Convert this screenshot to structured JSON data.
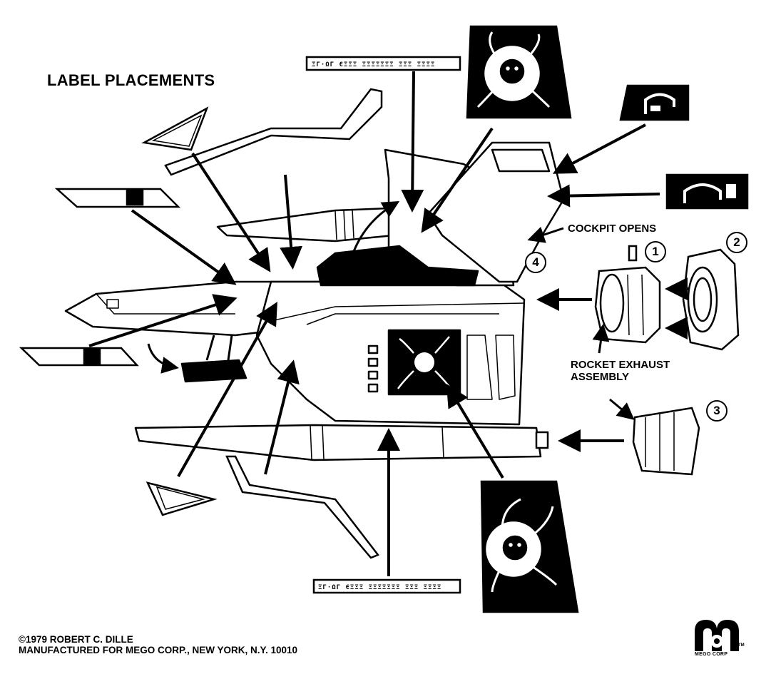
{
  "title": "LABEL PLACEMENTS",
  "callouts": {
    "cockpit_opens": "COCKPIT OPENS",
    "rocket_exhaust_line1": "ROCKET EXHAUST",
    "rocket_exhaust_line2": "ASSEMBLY"
  },
  "step_numbers": [
    "1",
    "2",
    "3",
    "4"
  ],
  "copyright": {
    "line1": "©1979 ROBERT C. DILLE",
    "line2": "MANUFACTURED FOR MEGO CORP., NEW YORK, N.Y. 10010"
  },
  "logo": {
    "name": "MEGO CORP",
    "tm": "TM"
  },
  "decal_glyphs": "ΞΓ·ΩΓ ЄΞΞΞ ΞΞΞΞΞΞΞ ΞΞΞ ΞΞΞΞ",
  "colors": {
    "ink": "#000000",
    "paper": "#ffffff"
  }
}
